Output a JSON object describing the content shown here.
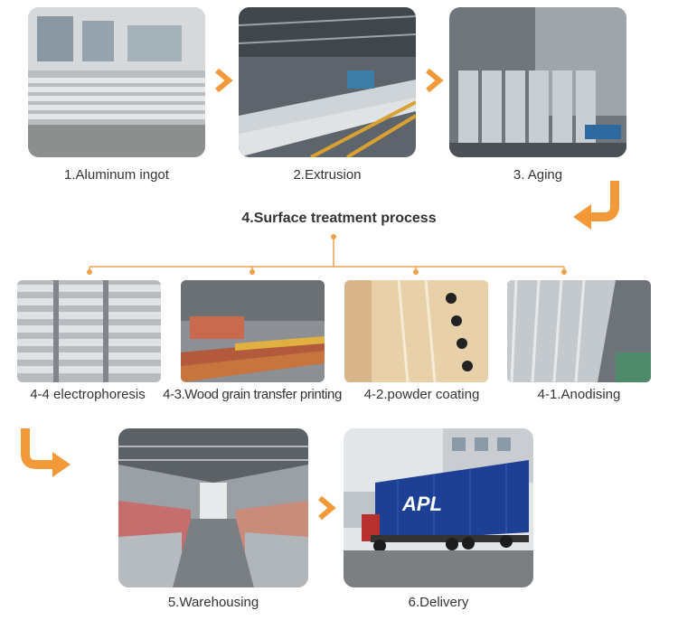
{
  "steps": {
    "s1": "1.Aluminum ingot",
    "s2": "2.Extrusion",
    "s3": "3. Aging",
    "s4": "4.Surface treatment process",
    "s4_4": "4-4 electrophoresis",
    "s4_3": "4-3.Wood grain transfer printing",
    "s4_2": "4-2.powder coating",
    "s4_1": "4-1.Anodising",
    "s5": "5.Warehousing",
    "s6": "6.Delivery"
  },
  "container_brand": "APL",
  "colors": {
    "accent": "#f29a3a",
    "line": "#f0a04b",
    "text": "#333333"
  }
}
